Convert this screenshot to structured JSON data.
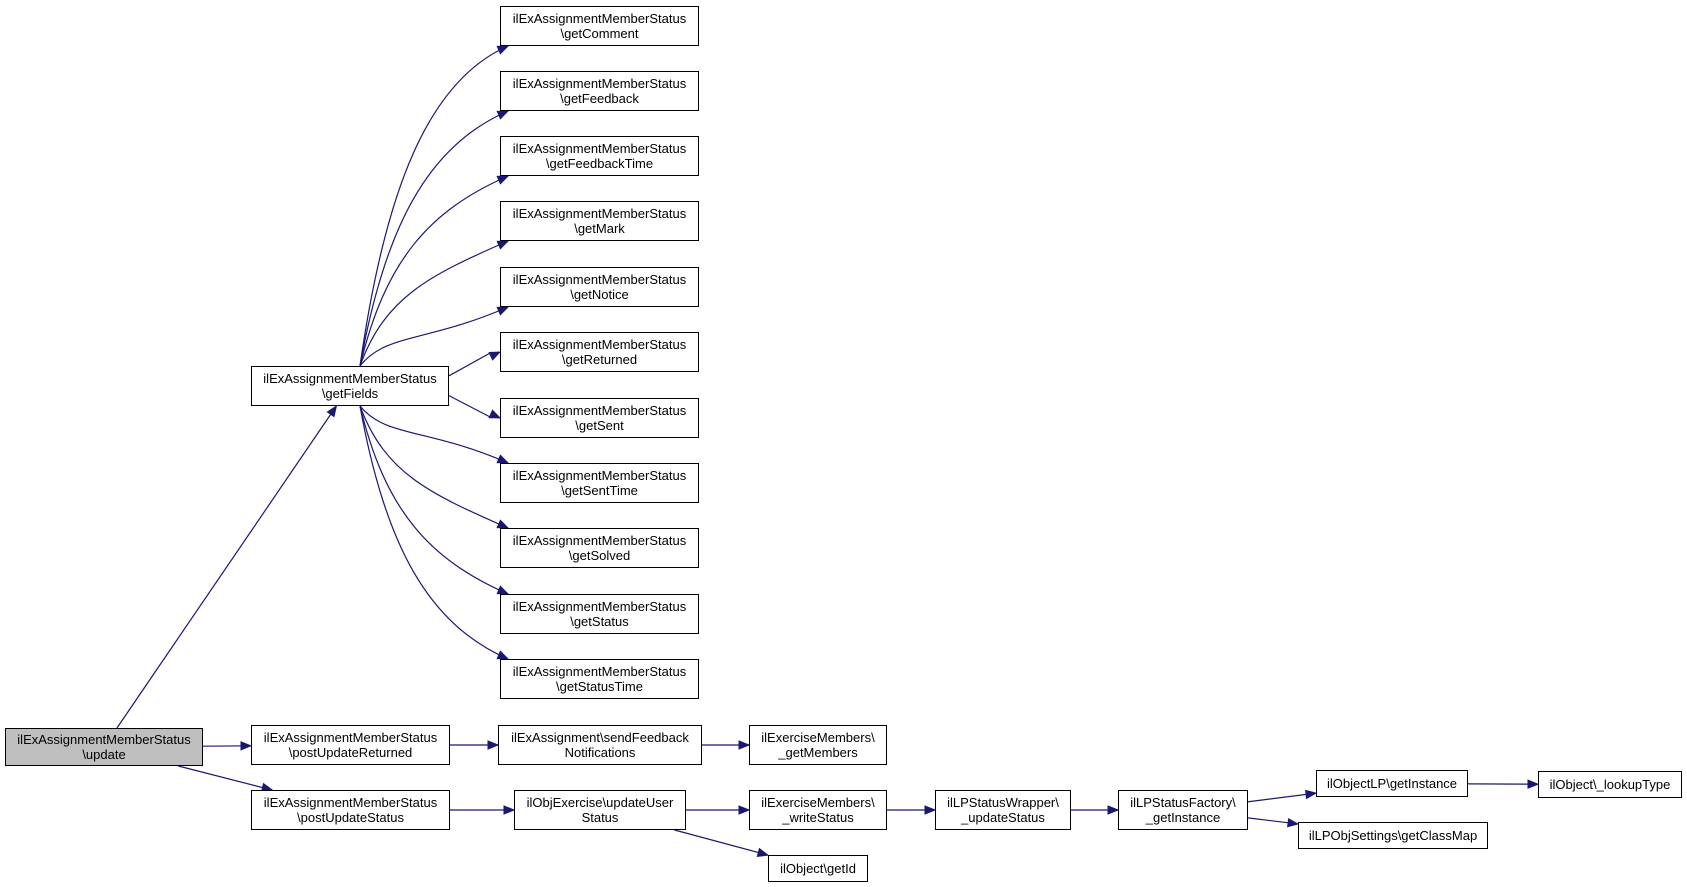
{
  "colors": {
    "edge": "#191970",
    "node_border": "#000000",
    "node_fill": "#ffffff",
    "root_fill": "#bfbfbf"
  },
  "nodes": {
    "update": [
      "ilExAssignmentMemberStatus",
      "\\update"
    ],
    "getFields": [
      "ilExAssignmentMemberStatus",
      "\\getFields"
    ],
    "getComment": [
      "ilExAssignmentMemberStatus",
      "\\getComment"
    ],
    "getFeedback": [
      "ilExAssignmentMemberStatus",
      "\\getFeedback"
    ],
    "getFeedbackTime": [
      "ilExAssignmentMemberStatus",
      "\\getFeedbackTime"
    ],
    "getMark": [
      "ilExAssignmentMemberStatus",
      "\\getMark"
    ],
    "getNotice": [
      "ilExAssignmentMemberStatus",
      "\\getNotice"
    ],
    "getReturned": [
      "ilExAssignmentMemberStatus",
      "\\getReturned"
    ],
    "getSent": [
      "ilExAssignmentMemberStatus",
      "\\getSent"
    ],
    "getSentTime": [
      "ilExAssignmentMemberStatus",
      "\\getSentTime"
    ],
    "getSolved": [
      "ilExAssignmentMemberStatus",
      "\\getSolved"
    ],
    "getStatus": [
      "ilExAssignmentMemberStatus",
      "\\getStatus"
    ],
    "getStatusTime": [
      "ilExAssignmentMemberStatus",
      "\\getStatusTime"
    ],
    "postUpdateReturned": [
      "ilExAssignmentMemberStatus",
      "\\postUpdateReturned"
    ],
    "postUpdateStatus": [
      "ilExAssignmentMemberStatus",
      "\\postUpdateStatus"
    ],
    "sendFeedbackNotifications": [
      "ilExAssignment\\sendFeedback",
      "Notifications"
    ],
    "getMembers": [
      "ilExerciseMembers\\",
      "_getMembers"
    ],
    "updateUserStatus": [
      "ilObjExercise\\updateUser",
      "Status"
    ],
    "writeStatus": [
      "ilExerciseMembers\\",
      "_writeStatus"
    ],
    "getId": [
      "ilObject\\getId"
    ],
    "lpUpdateStatus": [
      "ilLPStatusWrapper\\",
      "_updateStatus"
    ],
    "lpGetInstance": [
      "ilLPStatusFactory\\",
      "_getInstance"
    ],
    "objLpGetInstance": [
      "ilObjectLP\\getInstance"
    ],
    "getClassMap": [
      "ilLPObjSettings\\getClassMap"
    ],
    "lookupType": [
      "ilObject\\_lookupType"
    ]
  },
  "edges": [
    [
      "update",
      "getFields"
    ],
    [
      "update",
      "postUpdateReturned"
    ],
    [
      "update",
      "postUpdateStatus"
    ],
    [
      "getFields",
      "getComment"
    ],
    [
      "getFields",
      "getFeedback"
    ],
    [
      "getFields",
      "getFeedbackTime"
    ],
    [
      "getFields",
      "getMark"
    ],
    [
      "getFields",
      "getNotice"
    ],
    [
      "getFields",
      "getReturned"
    ],
    [
      "getFields",
      "getSent"
    ],
    [
      "getFields",
      "getSentTime"
    ],
    [
      "getFields",
      "getSolved"
    ],
    [
      "getFields",
      "getStatus"
    ],
    [
      "getFields",
      "getStatusTime"
    ],
    [
      "postUpdateReturned",
      "sendFeedbackNotifications"
    ],
    [
      "sendFeedbackNotifications",
      "getMembers"
    ],
    [
      "postUpdateStatus",
      "updateUserStatus"
    ],
    [
      "updateUserStatus",
      "writeStatus"
    ],
    [
      "updateUserStatus",
      "getId"
    ],
    [
      "writeStatus",
      "lpUpdateStatus"
    ],
    [
      "lpUpdateStatus",
      "lpGetInstance"
    ],
    [
      "lpGetInstance",
      "objLpGetInstance"
    ],
    [
      "lpGetInstance",
      "getClassMap"
    ],
    [
      "objLpGetInstance",
      "lookupType"
    ]
  ]
}
